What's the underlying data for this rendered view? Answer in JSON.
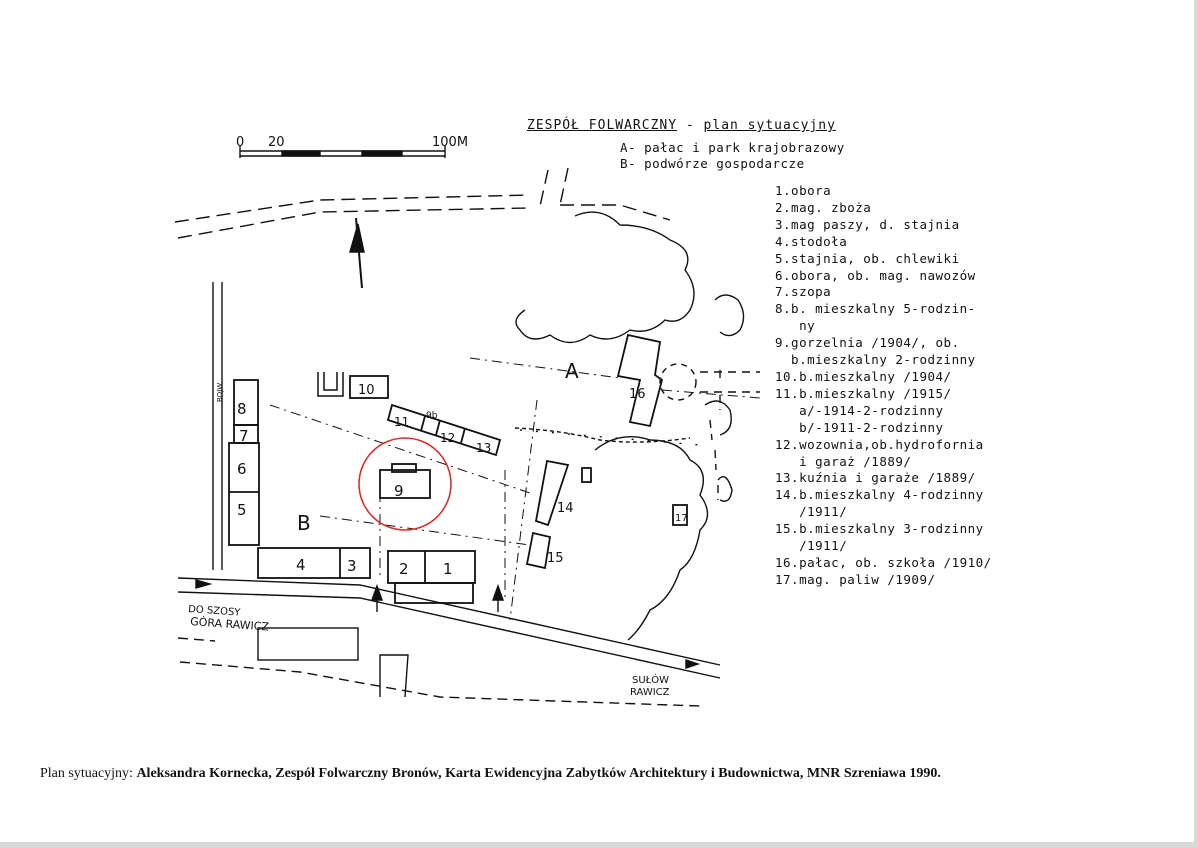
{
  "map": {
    "title_part1": "ZESPÓŁ FOLWARCZNY",
    "title_dash": " - ",
    "title_part2": "plan sytuacyjny",
    "zone_a": "A- pałac i park krajobrazowy",
    "zone_b": "B- podwórze gospodarcze",
    "scale": {
      "label_0": "0",
      "label_20": "20",
      "label_100": "100M"
    },
    "zone_labels": {
      "a": "A",
      "b": "B"
    },
    "building_numbers": [
      "1",
      "2",
      "3",
      "4",
      "5",
      "6",
      "7",
      "8",
      "9",
      "9b",
      "10",
      "11",
      "12",
      "13",
      "14",
      "15",
      "16",
      "17"
    ],
    "road_labels": {
      "to_road_line1": "DO SZOSY",
      "to_road_line2": "GÓRA RAWICZ",
      "sulow_line1": "SUŁÓW",
      "sulow_line2": "RAWICZ",
      "side_road": "BOJW"
    },
    "legend": [
      "1.obora",
      "2.mag. zboża",
      "3.mag paszy, d. stajnia",
      "4.stodoła",
      "5.stajnia, ob. chlewiki",
      "6.obora, ob. mag. nawozów",
      "7.szopa",
      "8.b. mieszkalny 5-rodzin-",
      "   ny",
      "9.gorzelnia /1904/, ob.",
      "  b.mieszkalny 2-rodzinny",
      "10.b.mieszkalny /1904/",
      "11.b.mieszkalny /1915/",
      "   a/-1914-2-rodzinny",
      "   b/-1911-2-rodzinny",
      "12.wozownia,ob.hydrofornia",
      "   i garaż /1889/",
      "13.kuźnia i garaże /1889/",
      "14.b.mieszkalny 4-rodzinny",
      "   /1911/",
      "15.b.mieszkalny 3-rodzinny",
      "   /1911/",
      "16.pałac, ob. szkoła /1910/",
      "17.mag. paliw /1909/"
    ]
  },
  "caption": {
    "prefix": "Plan sytuacyjny: ",
    "text": "Aleksandra Kornecka, Zespół Folwarczny Bronów, Karta Ewidencyjna Zabytków Architektury i Budownictwa, MNR Szreniawa 1990."
  },
  "colors": {
    "ink": "#111111",
    "highlight": "#d9302c",
    "paper": "#ffffff"
  }
}
